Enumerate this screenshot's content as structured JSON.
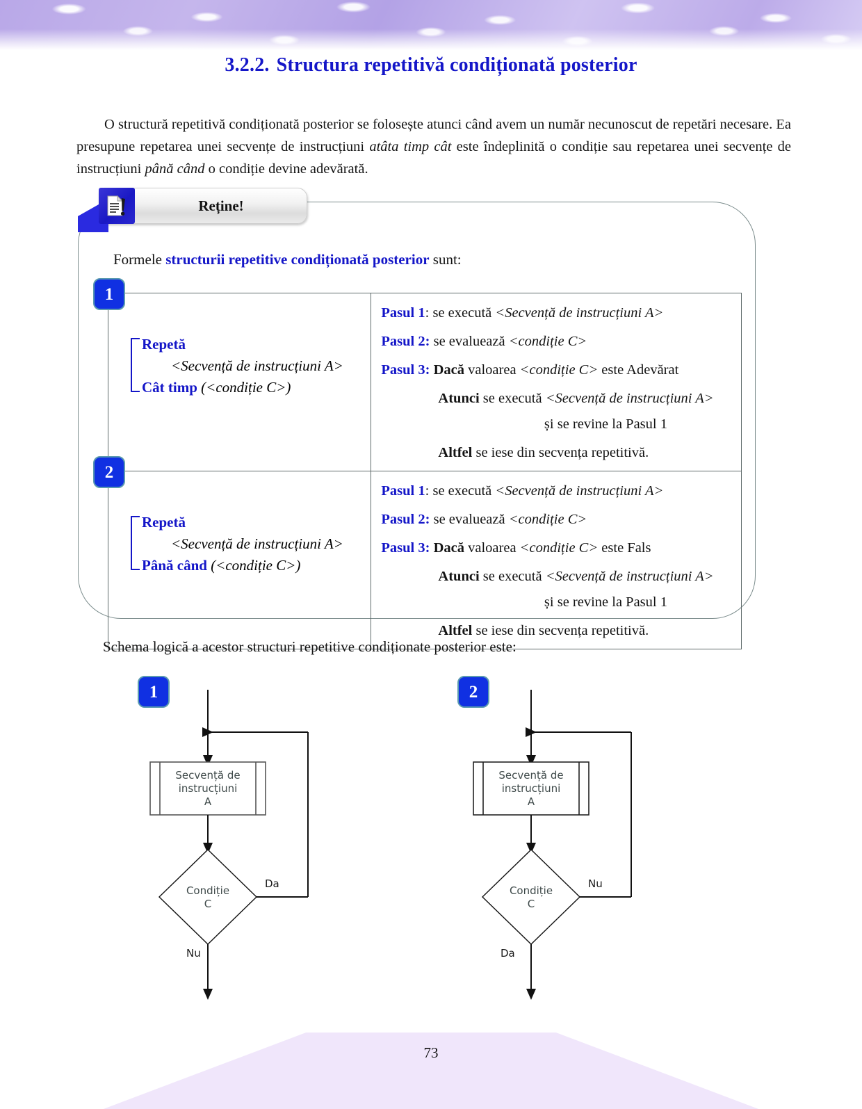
{
  "title": {
    "number": "3.2.2.",
    "text": "Structura repetitivă condiționată posterior"
  },
  "intro": {
    "part1": "O structură repetitivă condiționată posterior se folosește atunci când avem un număr necunoscut de repetări necesare. Ea presupune repetarea  unei secvențe de instrucțiuni ",
    "em1": "atâta timp cât",
    "part2": " este îndeplinită o condiție sau repetarea  unei secvențe de instrucțiuni ",
    "em2": "până când",
    "part3": " o condiție devine adevărată."
  },
  "callout": {
    "tab_label": "Reține!",
    "icon": "document-exclamation-icon",
    "lead_prefix": "Formele ",
    "lead_bold": "structurii repetitive condiționată posterior",
    "lead_suffix": " sunt:"
  },
  "table": {
    "rows": [
      {
        "badge": "1",
        "pseudocode": {
          "line1": "Repetă",
          "line2": "<Secvență de instrucțiuni A>",
          "line3_kw": "Cât timp",
          "line3_arg": " (<condiție C>)"
        },
        "steps": {
          "s1_label": "Pasul 1",
          "s1_text": ": se execută ",
          "s1_em": "<Secvență de instrucțiuni A>",
          "s2_label": "Pasul 2:",
          "s2_text": " se evaluează ",
          "s2_em": "<condiție C>",
          "s3_label": "Pasul 3:",
          "s3_bold": " Dacă",
          "s3_text": " valoarea ",
          "s3_em": "<condiție C>",
          "s3_tail": " este Adevărat",
          "s4_bold": "Atunci",
          "s4_text": " se execută ",
          "s4_em": "<Secvență de instrucțiuni A>",
          "s5_text": "și se revine la Pasul 1",
          "s6_bold": "Altfel",
          "s6_text": " se iese din secvența repetitivă."
        }
      },
      {
        "badge": "2",
        "pseudocode": {
          "line1": "Repetă",
          "line2": "<Secvență de instrucțiuni A>",
          "line3_kw": "Până când",
          "line3_arg": " (<condiție C>)"
        },
        "steps": {
          "s1_label": "Pasul 1",
          "s1_text": ": se execută ",
          "s1_em": "<Secvență de instrucțiuni A>",
          "s2_label": "Pasul 2:",
          "s2_text": " se evaluează ",
          "s2_em": "<condiție C>",
          "s3_label": "Pasul 3:",
          "s3_bold": " Dacă",
          "s3_text": " valoarea ",
          "s3_em": "<condiție C>",
          "s3_tail": " este Fals",
          "s4_bold": "Atunci",
          "s4_text": " se execută ",
          "s4_em": "<Secvență de instrucțiuni A>",
          "s5_text": "și se revine la Pasul 1",
          "s6_bold": "Altfel",
          "s6_text": " se iese din secvența repetitivă."
        }
      }
    ]
  },
  "schema_line": "Schema logică a acestor structuri repetitive condiționate posterior este:",
  "flowcharts": [
    {
      "badge": "1",
      "process_line1": "Secvență de",
      "process_line2": "instrucțiuni",
      "process_line3": "A",
      "decision_line1": "Condiție",
      "decision_line2": "C",
      "branch_right": "Da",
      "branch_down": "Nu"
    },
    {
      "badge": "2",
      "process_line1": "Secvență de",
      "process_line2": "instrucțiuni",
      "process_line3": "A",
      "decision_line1": "Condiție",
      "decision_line2": "C",
      "branch_right": "Nu",
      "branch_down": "Da"
    }
  ],
  "footer": {
    "page_number": "73"
  },
  "colors": {
    "title_blue": "#1416c8",
    "badge_blue": "#1030e2",
    "callout_border": "#7b8c8c",
    "banner_purple": "#b9a8e8",
    "footer_lavender": "#f0e6fb"
  }
}
